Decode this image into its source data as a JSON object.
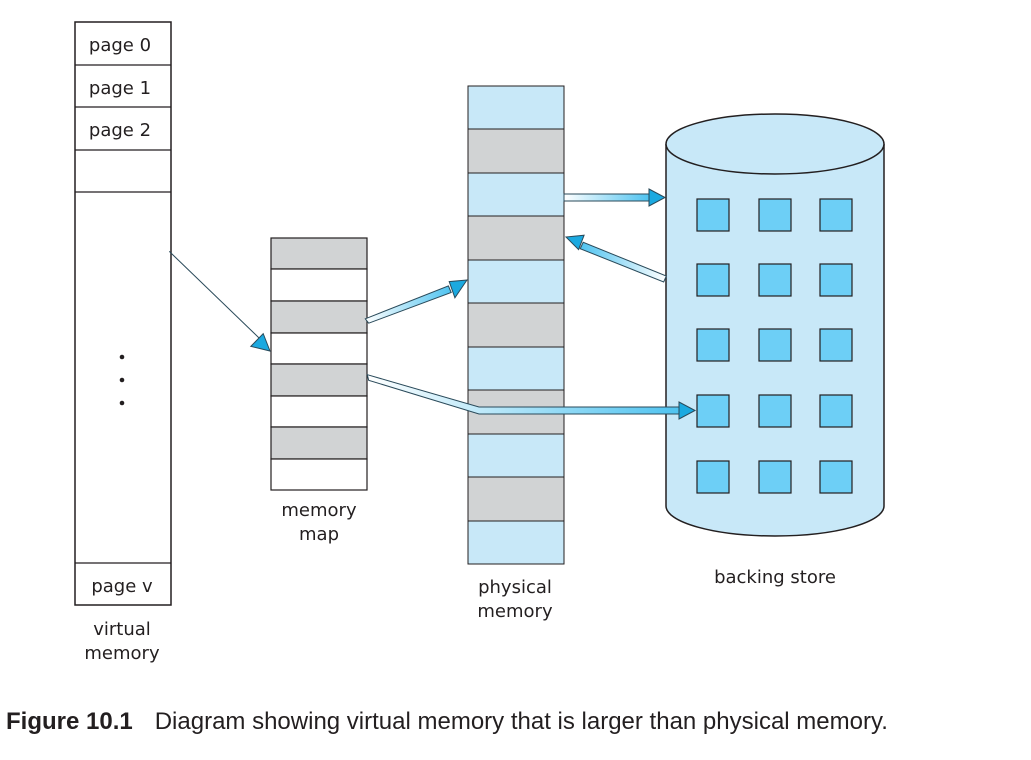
{
  "virtual_memory": {
    "pages": [
      "page 0",
      "page 1",
      "page 2",
      "page v"
    ],
    "label_line1": "virtual",
    "label_line2": "memory"
  },
  "memory_map": {
    "label_line1": "memory",
    "label_line2": "map"
  },
  "physical_memory": {
    "label_line1": "physical",
    "label_line2": "memory"
  },
  "backing_store": {
    "label": "backing store"
  },
  "colors": {
    "frame_free": "#c8e8f8",
    "frame_used": "#d1d3d4",
    "block": "#6dcff6",
    "cylinder": "#c8e8f8",
    "stroke": "#231f20"
  },
  "caption": {
    "number": "Figure 10.1",
    "text": "Diagram showing virtual memory that is larger than physical memory."
  }
}
